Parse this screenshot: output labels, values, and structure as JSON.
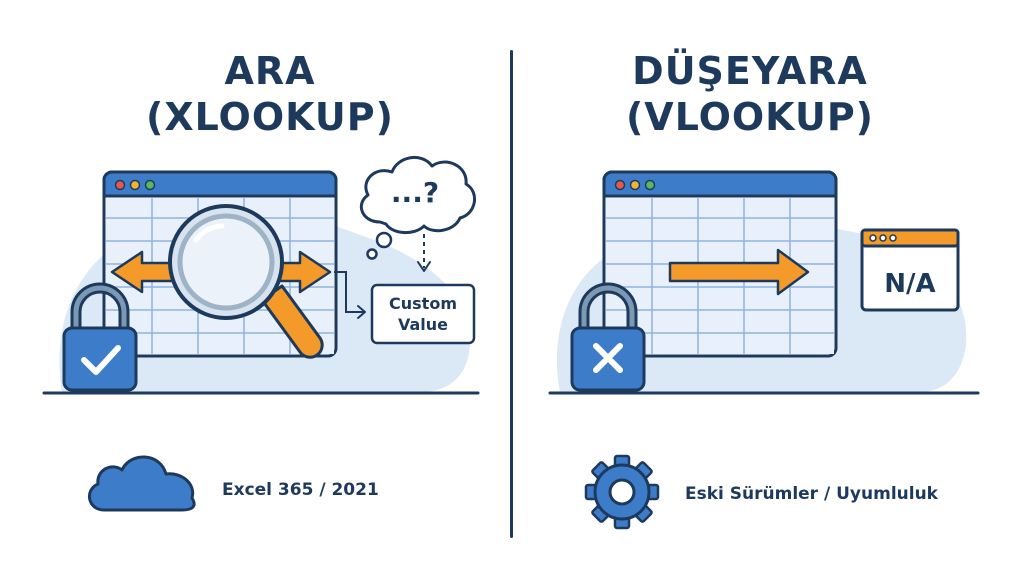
{
  "left_panel": {
    "title_line1": "ARA",
    "title_line2": "(XLOOKUP)",
    "thought_text": "...?",
    "custom_value_label": "Custom\nValue",
    "footer_label": "Excel 365 / 2021",
    "lock_state": "check"
  },
  "right_panel": {
    "title_line1": "DÜŞEYARA",
    "title_line2": "(VLOOKUP)",
    "result_label": "N/A",
    "footer_label": "Eski Sürümler / Uyumluluk",
    "lock_state": "cross"
  },
  "colors": {
    "navy": "#1d3a5c",
    "blue": "#3d7cc9",
    "light_blue": "#dbe9f6",
    "orange": "#f39a2b",
    "grid_fill": "#e8f1fb"
  },
  "icons": {
    "left": [
      "spreadsheet-window-icon",
      "magnifier-icon",
      "double-arrow-icon",
      "padlock-check-icon",
      "thought-cloud-icon",
      "cloud-icon"
    ],
    "right": [
      "spreadsheet-window-icon",
      "right-arrow-icon",
      "padlock-cross-icon",
      "error-window-icon",
      "gear-icon"
    ]
  }
}
